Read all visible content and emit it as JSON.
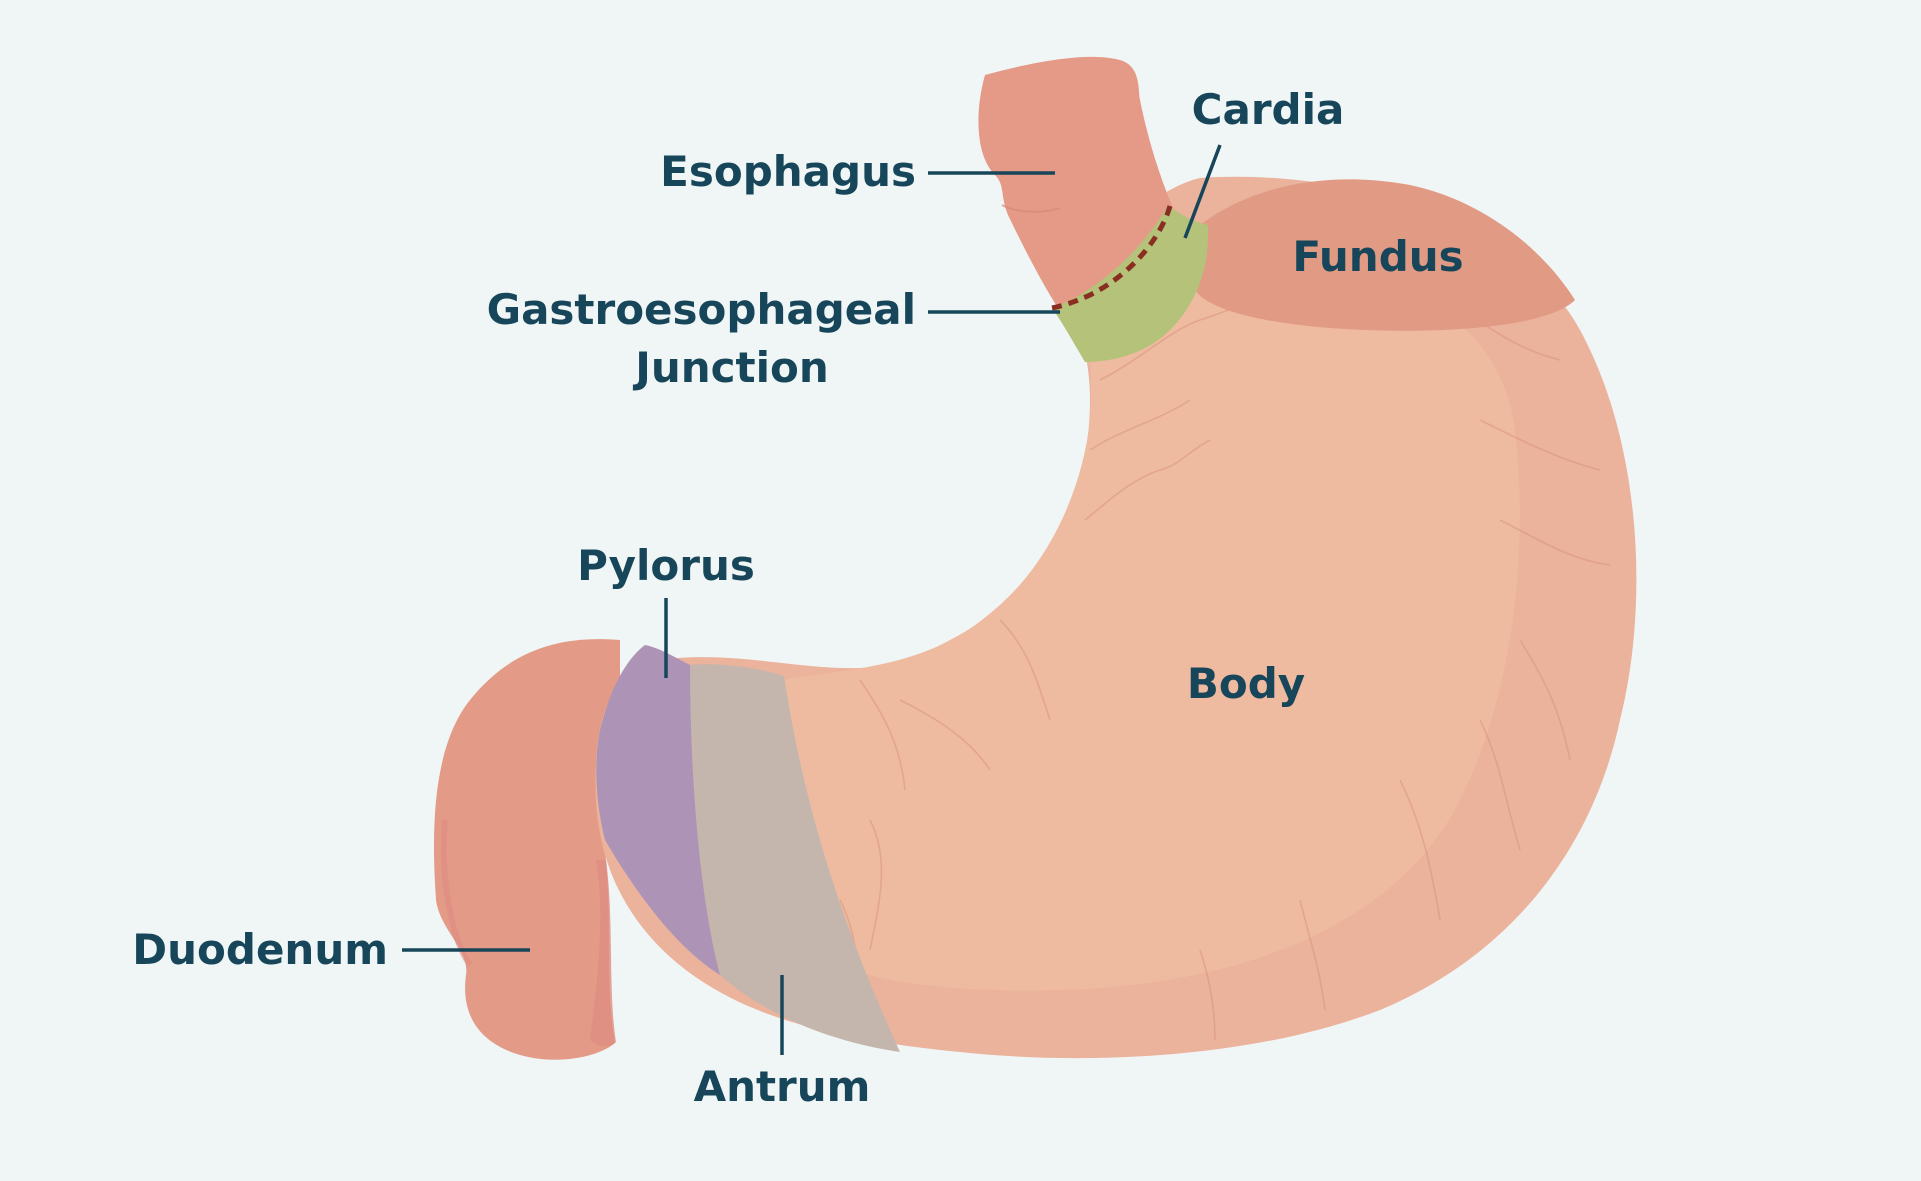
{
  "diagram": {
    "labels": {
      "esophagus": "Esophagus",
      "cardia": "Cardia",
      "fundus": "Fundus",
      "ge_junction_line1": "Gastroesophageal",
      "ge_junction_line2": "Junction",
      "pylorus": "Pylorus",
      "body": "Body",
      "duodenum": "Duodenum",
      "antrum": "Antrum"
    },
    "colors": {
      "background": "#f0f5f5",
      "label_text": "#17465a",
      "stomach_body": "#efbba0",
      "stomach_outer": "#ebb29c",
      "fundus": "#e19a84",
      "esophagus": "#e49a86",
      "duodenum": "#e39b87",
      "cardia": "#b5c27a",
      "pylorus": "#ad93b6",
      "antrum": "#c4b5ad",
      "junction_dash": "#8a2e22"
    }
  }
}
